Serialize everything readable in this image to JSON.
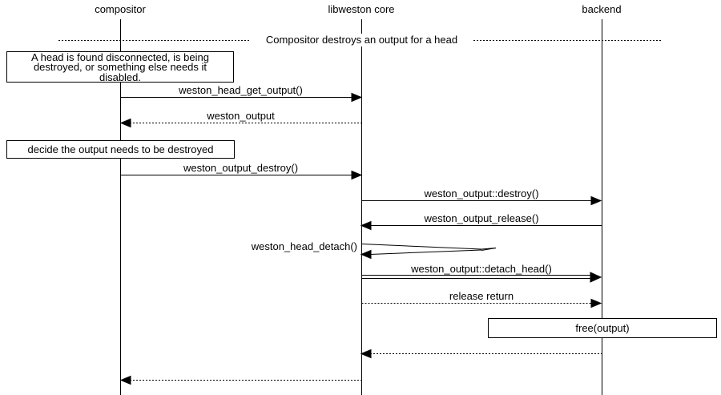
{
  "colors": {
    "background": "#ffffff",
    "stroke": "#000000",
    "text": "#000000"
  },
  "actors": [
    {
      "label": "compositor"
    },
    {
      "label": "libweston core"
    },
    {
      "label": "backend"
    }
  ],
  "divider": {
    "label": "Compositor destroys an output for a head"
  },
  "notes": {
    "disconnect": {
      "lines": [
        "A head is found disconnected, is being",
        "destroyed, or something else needs it",
        "disabled."
      ]
    },
    "decide": {
      "label": "decide the output needs to be destroyed"
    },
    "free": {
      "label": "free(output)"
    }
  },
  "messages": [
    {
      "label": "weston_head_get_output()",
      "from": "compositor",
      "to": "libweston core",
      "type": "call"
    },
    {
      "label": "weston_output",
      "from": "libweston core",
      "to": "compositor",
      "type": "return"
    },
    {
      "label": "weston_output_destroy()",
      "from": "compositor",
      "to": "libweston core",
      "type": "call"
    },
    {
      "label": "weston_output::destroy()",
      "from": "libweston core",
      "to": "backend",
      "type": "call"
    },
    {
      "label": "weston_output_release()",
      "from": "backend",
      "to": "libweston core",
      "type": "call"
    },
    {
      "label": "weston_head_detach()",
      "from": "libweston core",
      "to": "libweston core",
      "type": "self-call"
    },
    {
      "label": "weston_output::detach_head()",
      "from": "libweston core",
      "to": "backend",
      "type": "call-emphasized"
    },
    {
      "label": "release return",
      "from": "libweston core",
      "to": "backend",
      "type": "return"
    },
    {
      "label": "",
      "from": "backend",
      "to": "libweston core",
      "type": "return"
    },
    {
      "label": "",
      "from": "libweston core",
      "to": "compositor",
      "type": "return"
    }
  ]
}
